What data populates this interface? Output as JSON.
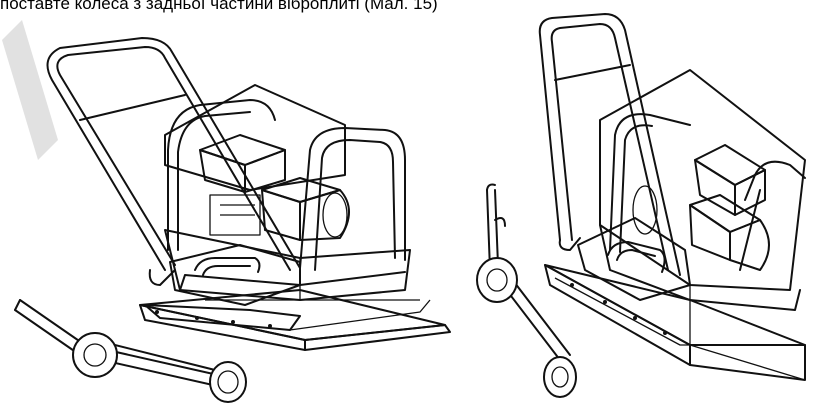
{
  "document": {
    "caption_text": "поставте колеса з задньої частини віброплиті (Мал. 15)"
  },
  "figure": {
    "left_view": "plate-compactor-with-detached-wheel-kit",
    "right_view": "plate-compactor-tilted-with-wheel-kit-attached",
    "line_color": "#111111",
    "background": "#ffffff",
    "watermark_color": "#d9d9d9"
  }
}
